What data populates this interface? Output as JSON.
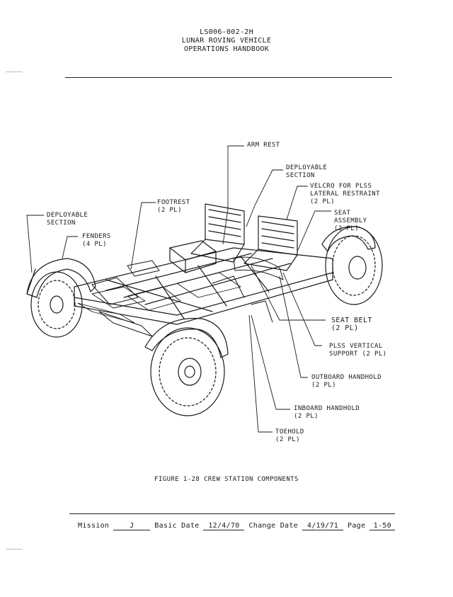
{
  "header": {
    "line1": "LS006-002-2H",
    "line2": "LUNAR ROVING VEHICLE",
    "line3": "OPERATIONS HANDBOOK"
  },
  "callouts": {
    "arm_rest": "ARM REST",
    "deployable_section_rear": "DEPLOYABLE\nSECTION",
    "velcro": "VELCRO FOR PLSS\nLATERAL RESTRAINT\n(2 PL)",
    "seat_assembly": "SEAT\nASSEMBLY\n(2 PL)",
    "footrest": "FOOTREST\n(2 PL)",
    "deployable_section_front": "DEPLOYABLE\nSECTION",
    "fenders": "FENDERS\n(4 PL)",
    "seat_belt": "SEAT BELT\n(2 PL)",
    "plss_support": "PLSS VERTICAL\nSUPPORT (2 PL)",
    "outboard_handhold": "OUTBOARD HANDHOLD\n(2 PL)",
    "inboard_handhold": "INBOARD HANDHOLD\n(2 PL)",
    "toehold": "TOEHOLD\n(2 PL)"
  },
  "caption": "FIGURE 1-28  CREW STATION COMPONENTS",
  "footer": {
    "mission_label": "Mission",
    "mission_value": "J",
    "basic_date_label": "Basic Date",
    "basic_date_value": "12/4/70",
    "change_date_label": "Change Date",
    "change_date_value": "4/19/71",
    "page_label": "Page",
    "page_value": "1-50"
  }
}
